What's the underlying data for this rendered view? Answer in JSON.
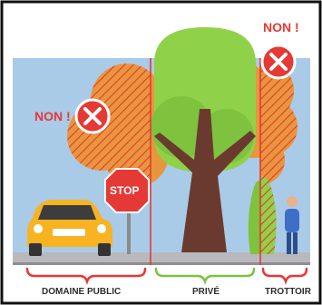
{
  "illustration": {
    "no_label_left": "NON !",
    "no_label_right": "NON !",
    "stop_sign_text": "STOP",
    "zones": {
      "public": "DOMAINE PUBLIC",
      "private": "PRIVÉ",
      "sidewalk": "TROTTOIR"
    },
    "icons": {
      "no_left": "x-circle-icon",
      "no_right": "x-circle-icon"
    },
    "colors": {
      "frame": "#111111",
      "sky": "#a9cbe8",
      "ground": "#b9b9bd",
      "tree_green": "#8fd24a",
      "tree_orange": "#e8963e",
      "trunk": "#6b3a2f",
      "hatch_red": "#e53935",
      "car_yellow": "#f7b322",
      "bracket_green": "#7cc242",
      "bracket_red": "#e53935"
    }
  }
}
